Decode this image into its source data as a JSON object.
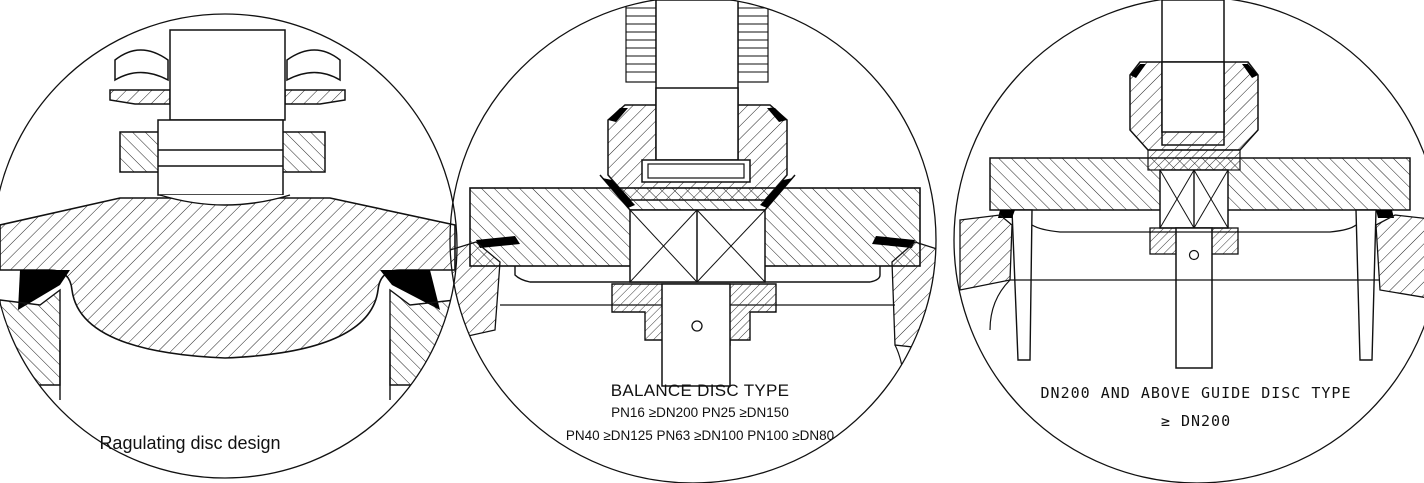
{
  "panels": [
    {
      "caption": "Ragulating disc design"
    },
    {
      "caption_title": "BALANCE DISC TYPE",
      "caption_line1": "PN16 ≥DN200  PN25 ≥DN150",
      "caption_line2": "PN40 ≥DN125  PN63 ≥DN100 PN100 ≥DN80"
    },
    {
      "caption_title": "DN200 AND ABOVE GUIDE DISC TYPE",
      "caption_line1": "≥ DN200"
    }
  ],
  "colors": {
    "ink": "#111111",
    "seal": "#000000",
    "background": "#ffffff"
  }
}
